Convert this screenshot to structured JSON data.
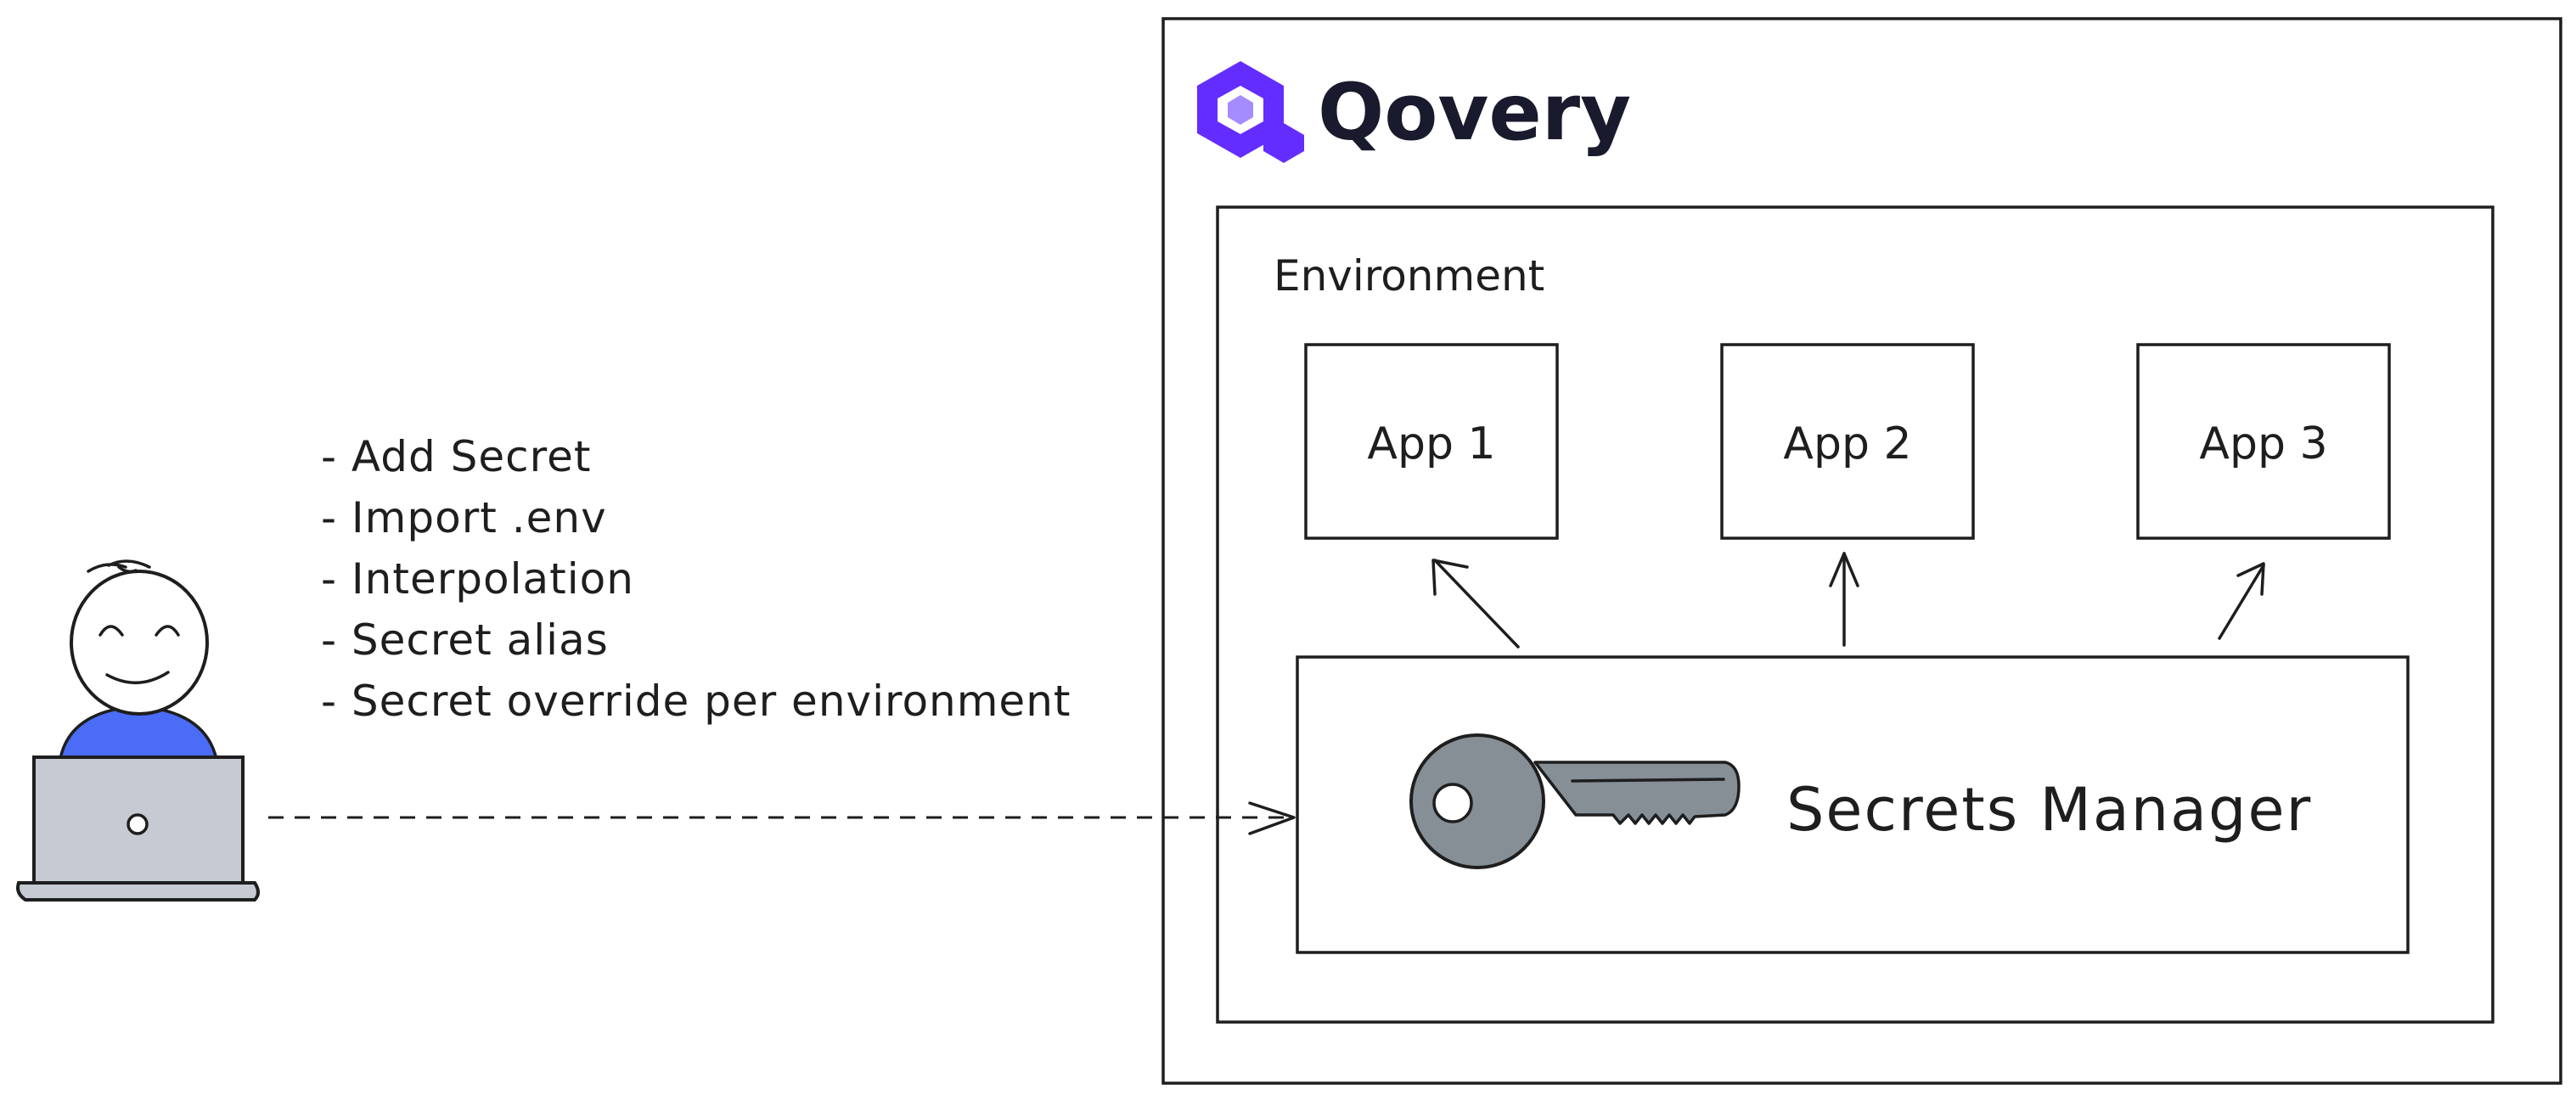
{
  "brand": {
    "name": "Qovery"
  },
  "features": [
    "- Add Secret",
    "- Import .env",
    "- Interpolation",
    "- Secret alias",
    "- Secret override per environment"
  ],
  "environment": {
    "label": "Environment",
    "apps": [
      "App 1",
      "App 2",
      "App 3"
    ],
    "secrets_manager": {
      "label": "Secrets Manager"
    }
  },
  "colors": {
    "ink": "#1e1e1e",
    "user_shirt": "#4a6cf7",
    "laptop": "#c5cad3",
    "key": "#868e96",
    "logo_primary": "#642dff",
    "logo_light": "#a48cff"
  },
  "icons": {
    "user": "user-at-laptop-icon",
    "key": "key-icon",
    "logo": "qovery-logo-icon"
  }
}
